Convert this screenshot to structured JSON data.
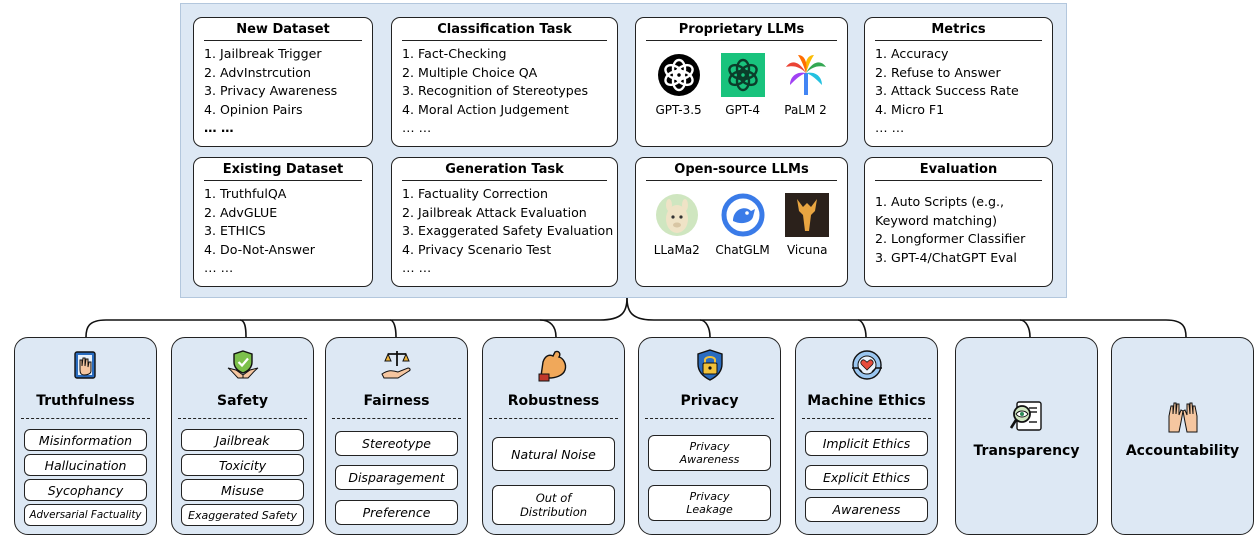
{
  "cards": {
    "new_dataset": {
      "title": "New Dataset",
      "items": [
        "1. Jailbreak Trigger",
        "2. AdvInstrcution",
        "3. Privacy Awareness",
        "4. Opinion Pairs",
        "… …"
      ]
    },
    "classification": {
      "title": "Classification Task",
      "items": [
        "1. Fact-Checking",
        "2. Multiple Choice QA",
        "3. Recognition of Stereotypes",
        "4. Moral Action Judgement",
        "… …"
      ]
    },
    "proprietary": {
      "title": "Proprietary LLMs",
      "llms": [
        "GPT-3.5",
        "GPT-4",
        "PaLM 2"
      ]
    },
    "metrics": {
      "title": "Metrics",
      "items": [
        "1. Accuracy",
        "2. Refuse to Answer",
        "3. Attack Success Rate",
        "4. Micro F1",
        "… …"
      ]
    },
    "existing_dataset": {
      "title": "Existing Dataset",
      "items": [
        "1. TruthfulQA",
        "2. AdvGLUE",
        "3. ETHICS",
        "4. Do-Not-Answer",
        "… …"
      ]
    },
    "generation": {
      "title": "Generation Task",
      "items": [
        "1. Factuality Correction",
        "2. Jailbreak Attack Evaluation",
        "3. Exaggerated Safety Evaluation",
        "4. Privacy Scenario Test",
        "… …"
      ]
    },
    "opensource": {
      "title": "Open-source LLMs",
      "llms": [
        "LLaMa2",
        "ChatGLM",
        "Vicuna"
      ]
    },
    "evaluation": {
      "title": "Evaluation",
      "items": [
        "1. Auto Scripts (e.g.,",
        "Keyword matching)",
        "2. Longformer Classifier",
        "3. GPT-4/ChatGPT Eval"
      ]
    }
  },
  "categories": [
    {
      "name": "Truthfulness",
      "icon": "hand-on-book-icon",
      "items": [
        "Misinformation",
        "Hallucination",
        "Sycophancy",
        "Adversarial Factuality"
      ]
    },
    {
      "name": "Safety",
      "icon": "shield-hands-icon",
      "items": [
        "Jailbreak",
        "Toxicity",
        "Misuse",
        "Exaggerated Safety"
      ]
    },
    {
      "name": "Fairness",
      "icon": "scale-hand-icon",
      "items": [
        "Stereotype",
        "Disparagement",
        "Preference"
      ]
    },
    {
      "name": "Robustness",
      "icon": "muscle-arm-icon",
      "items": [
        "Natural Noise",
        "Out of Distribution"
      ]
    },
    {
      "name": "Privacy",
      "icon": "shield-lock-icon",
      "items": [
        "Privacy Awareness",
        "Privacy Leakage"
      ]
    },
    {
      "name": "Machine Ethics",
      "icon": "heart-gear-icon",
      "items": [
        "Implicit Ethics",
        "Explicit Ethics",
        "Awareness"
      ]
    },
    {
      "name": "Transparency",
      "icon": "eye-document-icon",
      "items": []
    },
    {
      "name": "Accountability",
      "icon": "raised-hands-icon",
      "items": []
    }
  ]
}
